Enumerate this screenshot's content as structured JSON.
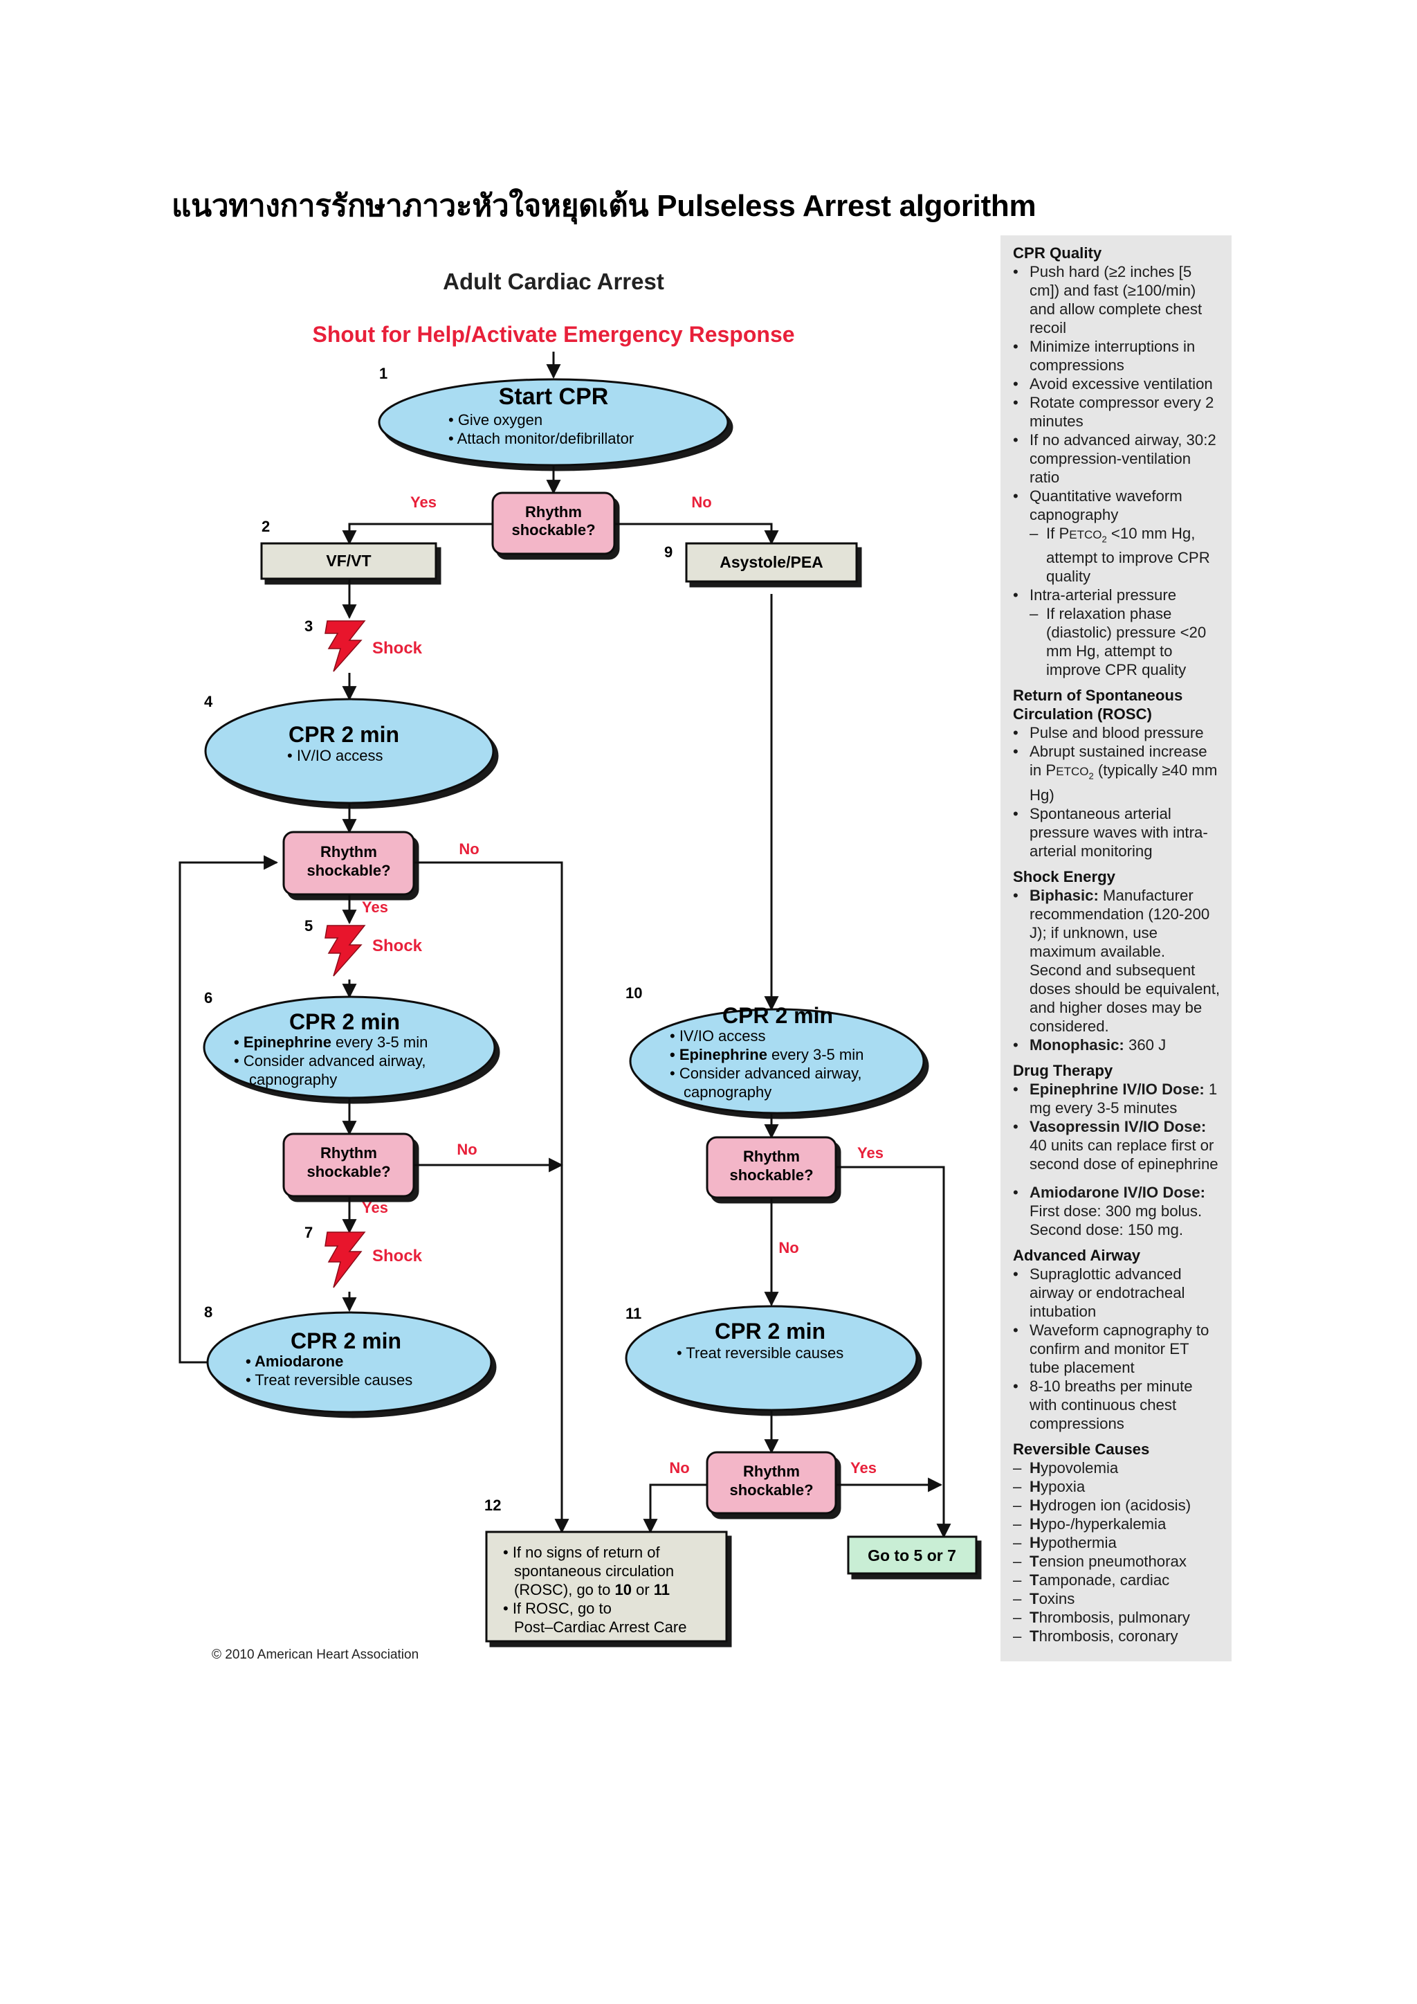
{
  "page_title": "แนวทางการรักษาภาวะหัวใจหยุดเต้น Pulseless Arrest algorithm",
  "diagram": {
    "title": "Adult Cardiac Arrest",
    "subtitle": "Shout for Help/Activate Emergency Response",
    "colors": {
      "ellipse_fill": "#a9dcf2",
      "diamond_fill": "#f3b6c8",
      "box_fill": "#e3e3d8",
      "box_green": "#c9eed5",
      "red_label": "#e8203a",
      "shock_bolt": "#e8152c",
      "line": "#111111"
    },
    "nodes": {
      "start_cpr": {
        "num": "1",
        "title": "Start CPR",
        "lines": [
          "• Give oxygen",
          "• Attach monitor/defibrillator"
        ]
      },
      "decision_1": {
        "lines": [
          "Rhythm",
          "shockable?"
        ],
        "yes": "Yes",
        "no": "No"
      },
      "vfvt": {
        "num": "2",
        "label": "VF/VT"
      },
      "asystole": {
        "num": "9",
        "label": "Asystole/PEA"
      },
      "shock_1": {
        "num": "3",
        "label": "Shock"
      },
      "cpr_4": {
        "num": "4",
        "title": "CPR 2 min",
        "lines": [
          "• IV/IO access"
        ]
      },
      "decision_2": {
        "lines": [
          "Rhythm",
          "shockable?"
        ],
        "yes": "Yes",
        "no": "No"
      },
      "shock_2": {
        "num": "5",
        "label": "Shock"
      },
      "cpr_6": {
        "num": "6",
        "title": "CPR 2 min",
        "l1_bold": "• Epinephrine",
        "l1_rest": " every 3-5 min",
        "lines": [
          "• Consider advanced airway,",
          "capnography"
        ]
      },
      "decision_3": {
        "lines": [
          "Rhythm",
          "shockable?"
        ],
        "yes": "Yes",
        "no": "No"
      },
      "shock_3": {
        "num": "7",
        "label": "Shock"
      },
      "cpr_8": {
        "num": "8",
        "title": "CPR 2 min",
        "l1_bold": "• Amiodarone",
        "lines": [
          "• Treat reversible causes"
        ]
      },
      "cpr_10": {
        "num": "10",
        "title": "CPR 2 min",
        "l0": "• IV/IO access",
        "l1_bold": "• Epinephrine",
        "l1_rest": " every 3-5 min",
        "lines": [
          "• Consider advanced airway,",
          "capnography"
        ]
      },
      "decision_4": {
        "lines": [
          "Rhythm",
          "shockable?"
        ],
        "yes": "Yes",
        "no": "No"
      },
      "cpr_11": {
        "num": "11",
        "title": "CPR 2 min",
        "lines": [
          "• Treat reversible causes"
        ]
      },
      "decision_5": {
        "lines": [
          "Rhythm",
          "shockable?"
        ],
        "yes": "Yes",
        "no": "No"
      },
      "box_12": {
        "num": "12",
        "line1": "• If no signs of return of",
        "line2": "spontaneous circulation",
        "line3_pre": "(ROSC), go to ",
        "line3_b1": "10",
        "line3_mid": " or ",
        "line3_b2": "11",
        "line4": "• If ROSC, go to",
        "line5": "Post–Cardiac Arrest Care"
      },
      "goto": {
        "label": "Go to 5 or 7"
      }
    }
  },
  "sidebar": {
    "cpr_quality": {
      "heading": "CPR Quality",
      "b1": "Push hard (≥2 inches [5 cm]) and fast (≥100/min) and allow complete chest recoil",
      "b2": "Minimize interruptions in compressions",
      "b3": "Avoid excessive ventilation",
      "b4": "Rotate compressor every 2 minutes",
      "b5": "If no advanced airway, 30:2 compression-ventilation ratio",
      "b6": "Quantitative waveform capnography",
      "s6_pre": "If P",
      "s6_sc": "ETCO",
      "s6_sub": "2",
      "s6_post": " <10 mm Hg, attempt to improve CPR quality",
      "b7": "Intra-arterial pressure",
      "s7": "If relaxation phase (diastolic) pressure <20 mm Hg, attempt to improve CPR quality"
    },
    "rosc": {
      "heading": "Return of Spontaneous Circulation (ROSC)",
      "b1": "Pulse and blood pressure",
      "b2_pre": "Abrupt sustained increase in P",
      "b2_sc": "ETCO",
      "b2_sub": "2",
      "b2_post": " (typically ≥40 mm Hg)",
      "b3": "Spontaneous arterial pressure waves with intra-arterial monitoring"
    },
    "shock_energy": {
      "heading": "Shock Energy",
      "b1_bold": "Biphasic:",
      "b1": " Manufacturer recommendation (120-200 J); if unknown, use maximum available. Second and subsequent doses should be equivalent, and higher doses may be considered.",
      "b2_bold": "Monophasic:",
      "b2": " 360 J"
    },
    "drug_therapy": {
      "heading": "Drug Therapy",
      "b1_bold": "Epinephrine IV/IO Dose:",
      "b1": " 1 mg every 3-5 minutes",
      "b2_bold": "Vasopressin IV/IO Dose:",
      "b2": " 40 units can replace first or second dose of epinephrine",
      "b3_bold": "Amiodarone IV/IO Dose:",
      "b3": " First dose: 300 mg bolus. Second dose: 150 mg."
    },
    "advanced_airway": {
      "heading": "Advanced Airway",
      "b1": "Supraglottic advanced airway or endotracheal intubation",
      "b2": "Waveform capnography to confirm and monitor ET tube placement",
      "b3": "8-10 breaths per minute with continuous chest compressions"
    },
    "reversible_causes": {
      "heading": "Reversible Causes",
      "items": [
        {
          "h": "H",
          "rest": "ypovolemia"
        },
        {
          "h": "H",
          "rest": "ypoxia"
        },
        {
          "h": "H",
          "rest": "ydrogen ion (acidosis)"
        },
        {
          "h": "H",
          "rest": "ypo-/hyperkalemia"
        },
        {
          "h": "H",
          "rest": "ypothermia"
        },
        {
          "h": "T",
          "rest": "ension pneumothorax"
        },
        {
          "h": "T",
          "rest": "amponade, cardiac"
        },
        {
          "h": "T",
          "rest": "oxins"
        },
        {
          "h": "T",
          "rest": "hrombosis, pulmonary"
        },
        {
          "h": "T",
          "rest": "hrombosis, coronary"
        }
      ]
    }
  },
  "copyright": "© 2010 American Heart Association"
}
